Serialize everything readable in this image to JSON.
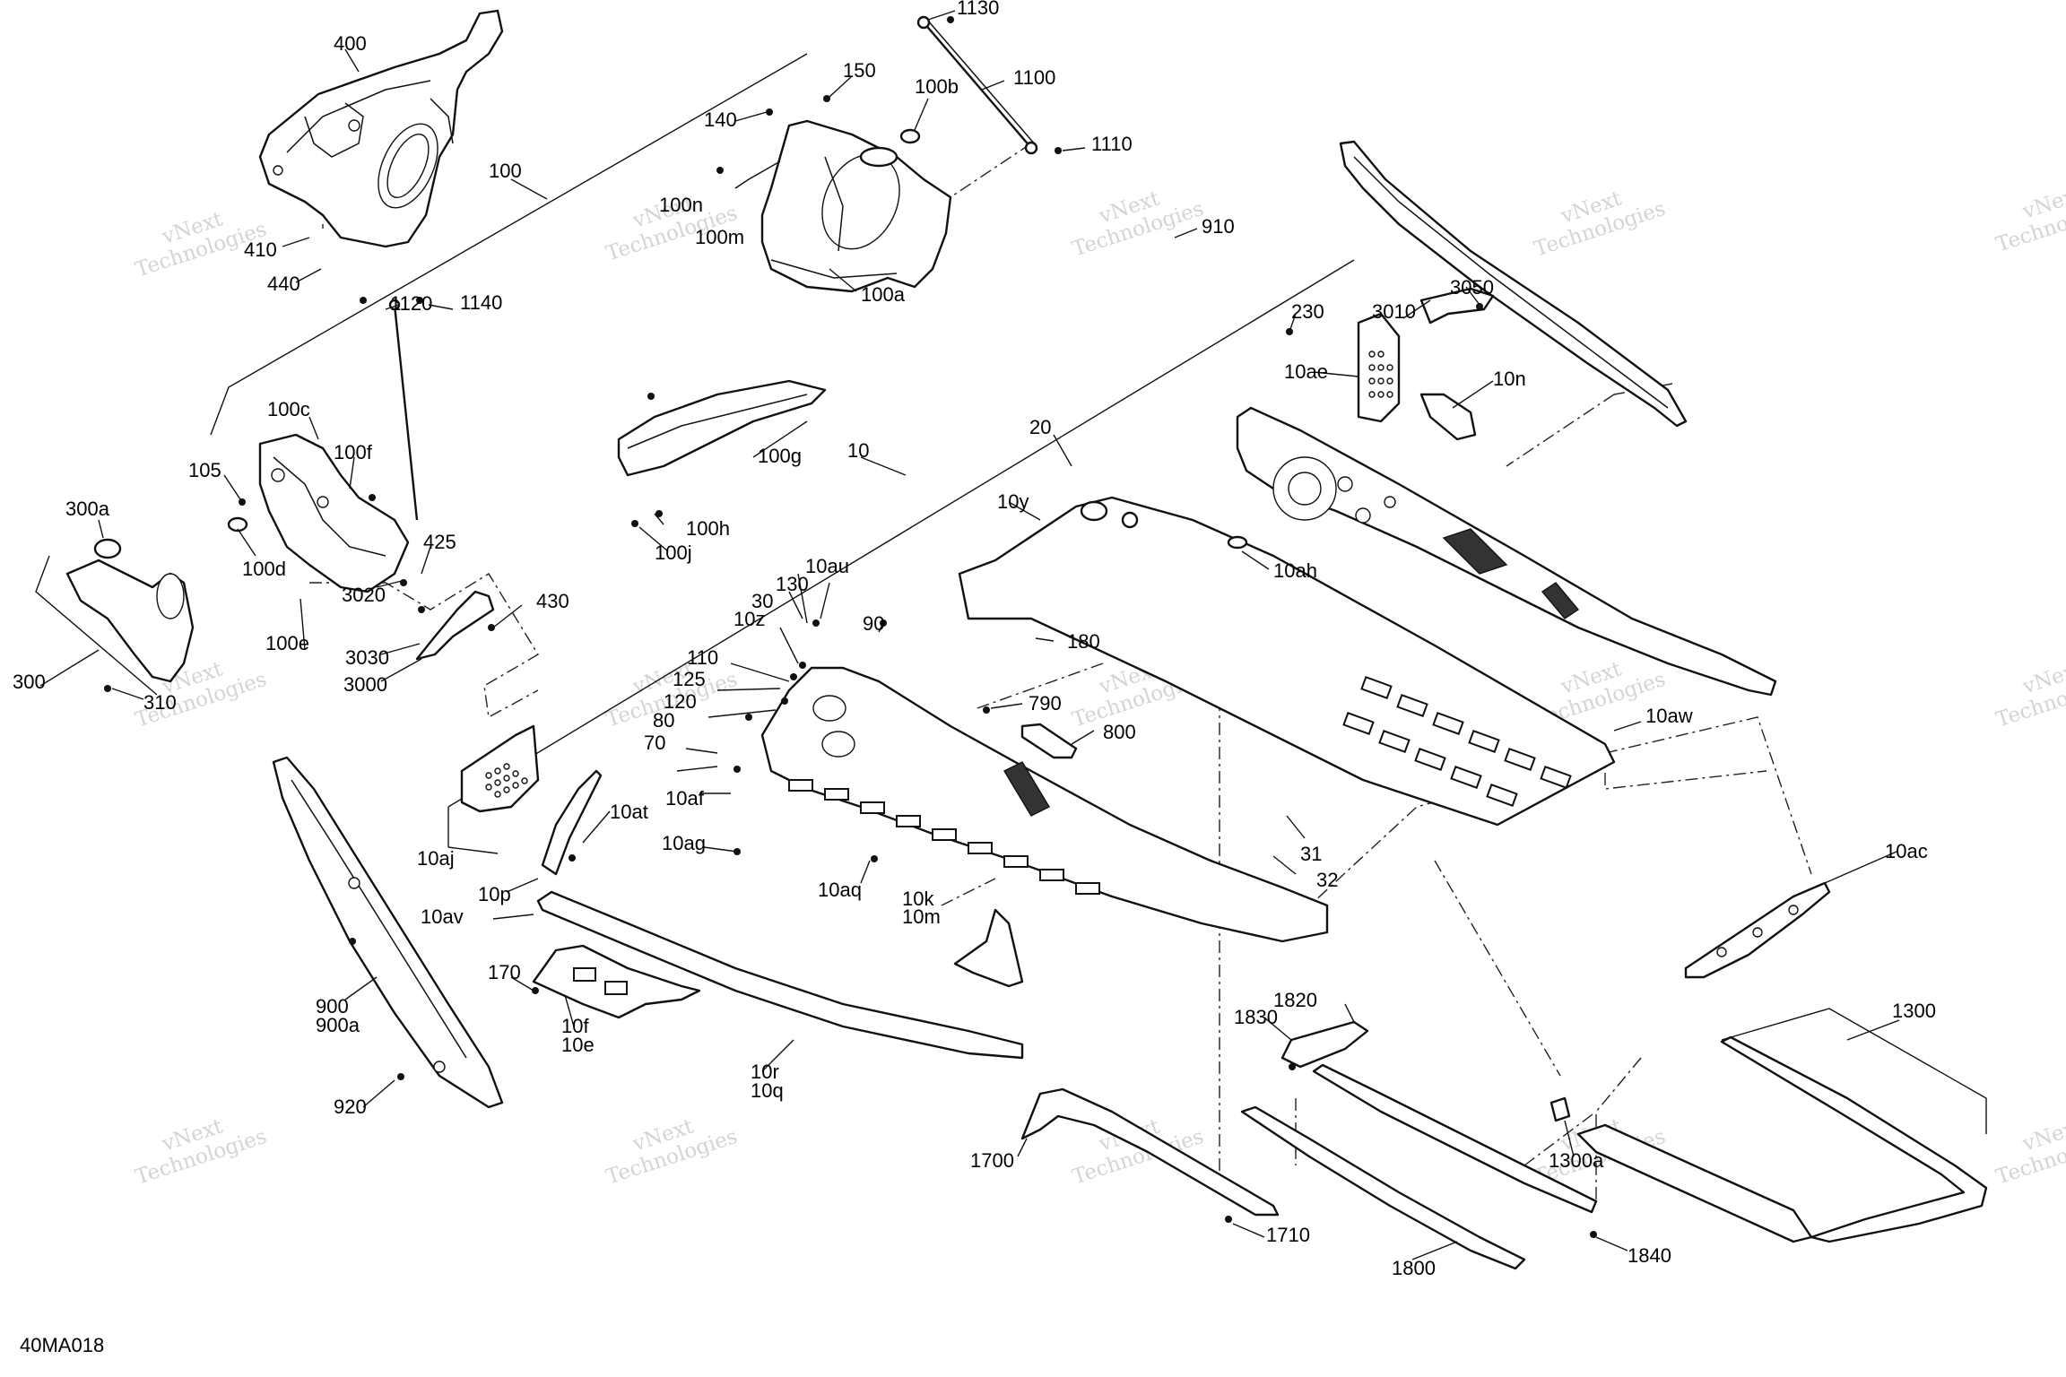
{
  "diagram_code": "40MA018",
  "watermark": {
    "line1": "vNext",
    "line2": "Technologies"
  },
  "callouts": {
    "c1130": "1130",
    "c1100": "1100",
    "c1110": "1110",
    "c150": "150",
    "c100b": "100b",
    "c140": "140",
    "c400": "400",
    "c100": "100",
    "c410": "410",
    "c440": "440",
    "c100n": "100n",
    "c100m": "100m",
    "c100a": "100a",
    "c910": "910",
    "c1120": "1120",
    "c1140": "1140",
    "c100c": "100c",
    "c100f": "100f",
    "c105": "105",
    "c300a": "300a",
    "c100d": "100d",
    "c425": "425",
    "c3020": "3020",
    "c100e": "100e",
    "c430": "430",
    "c3030": "3030",
    "c3000": "3000",
    "c300": "300",
    "c310": "310",
    "c100g": "100g",
    "c100h": "100h",
    "c100j": "100j",
    "c10": "10",
    "c230": "230",
    "c3050": "3050",
    "c3010": "3010",
    "c10ae": "10ae",
    "c10n": "10n",
    "c20": "20",
    "c10y": "10y",
    "c10ah": "10ah",
    "c10au": "10au",
    "c130": "130",
    "c30": "30",
    "c10z": "10z",
    "c90": "90",
    "c180": "180",
    "c110": "110",
    "c125": "125",
    "c120": "120",
    "c80": "80",
    "c70": "70",
    "c790": "790",
    "c800": "800",
    "c10aw": "10aw",
    "c10af": "10af",
    "c10at": "10at",
    "c10aj": "10aj",
    "c10ag": "10ag",
    "c10p": "10p",
    "c31": "31",
    "c32": "32",
    "c10aq": "10aq",
    "c10ac": "10ac",
    "c10av": "10av",
    "c10k": "10k",
    "c10m": "10m",
    "c170": "170",
    "c900": "900",
    "c900a": "900a",
    "c10f": "10f",
    "c10e": "10e",
    "c10r": "10r",
    "c10q": "10q",
    "c920": "920",
    "c1820": "1820",
    "c1830": "1830",
    "c1300": "1300",
    "c1700": "1700",
    "c1300a": "1300a",
    "c1710": "1710",
    "c1800": "1800",
    "c1840": "1840"
  }
}
